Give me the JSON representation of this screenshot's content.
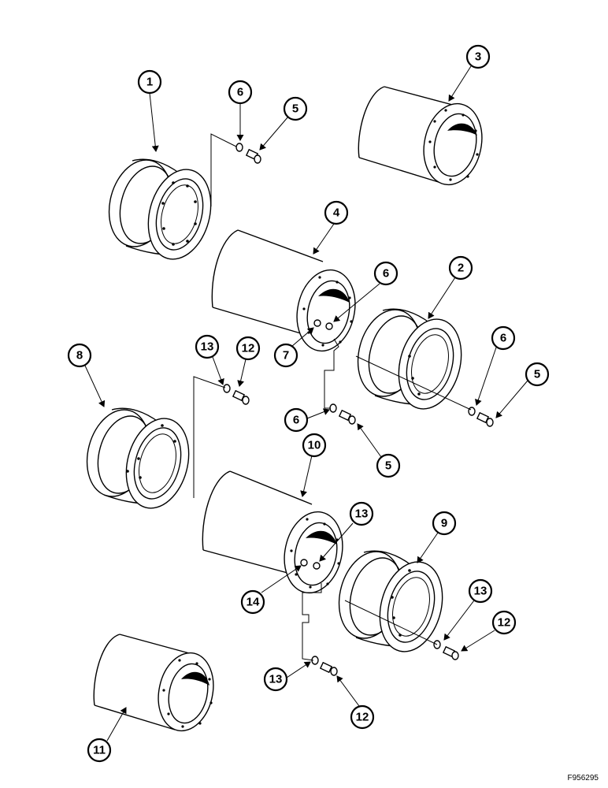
{
  "figure_code": "F956295",
  "callouts": [
    {
      "label": "1"
    },
    {
      "label": "6"
    },
    {
      "label": "5"
    },
    {
      "label": "3"
    },
    {
      "label": "4"
    },
    {
      "label": "6"
    },
    {
      "label": "2"
    },
    {
      "label": "7"
    },
    {
      "label": "13"
    },
    {
      "label": "12"
    },
    {
      "label": "8"
    },
    {
      "label": "6"
    },
    {
      "label": "5"
    },
    {
      "label": "6"
    },
    {
      "label": "5"
    },
    {
      "label": "10"
    },
    {
      "label": "13"
    },
    {
      "label": "9"
    },
    {
      "label": "14"
    },
    {
      "label": "13"
    },
    {
      "label": "12"
    },
    {
      "label": "13"
    },
    {
      "label": "12"
    },
    {
      "label": "11"
    }
  ]
}
